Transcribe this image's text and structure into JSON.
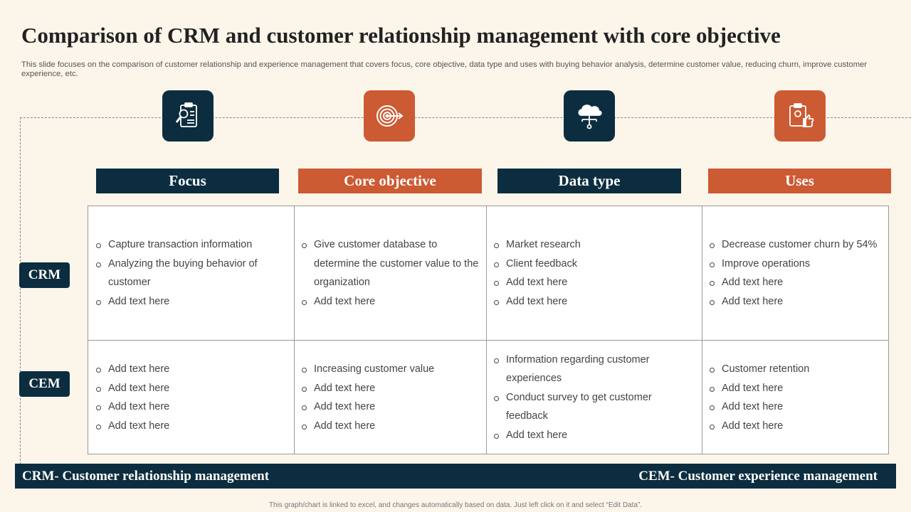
{
  "title": "Comparison of CRM and customer relationship management with core objective",
  "subtitle": "This slide focuses on the comparison of customer relationship and experience management that covers focus, core objective, data type and uses with buying behavior analysis, determine customer value, reducing churn, improve customer experience, etc.",
  "icons": [
    {
      "name": "clipboard-search-icon",
      "color": "#0c2d3f"
    },
    {
      "name": "target-dart-icon",
      "color": "#cc5a33"
    },
    {
      "name": "cloud-network-icon",
      "color": "#0c2d3f"
    },
    {
      "name": "clipboard-thumbs-up-icon",
      "color": "#cc5a33"
    }
  ],
  "columns": [
    "Focus",
    "Core objective",
    "Data type",
    "Uses"
  ],
  "rows": [
    {
      "label": "CRM",
      "cells": [
        [
          "Capture transaction information",
          "Analyzing the buying behavior of customer",
          "Add text here"
        ],
        [
          "Give customer database to determine the customer value to the organization",
          "Add text here"
        ],
        [
          "Market research",
          "Client feedback",
          "Add text here",
          "Add text here"
        ],
        [
          "Decrease customer churn by 54%",
          "Improve operations",
          "Add text here",
          "Add text here"
        ]
      ]
    },
    {
      "label": "CEM",
      "cells": [
        [
          "Add text here",
          "Add text here",
          "Add text here",
          "Add text here"
        ],
        [
          "Increasing customer value",
          "Add text here",
          "Add text here",
          "Add text here"
        ],
        [
          "Information regarding customer experiences",
          "Conduct survey to get customer feedback",
          "Add text here"
        ],
        [
          "Customer retention",
          "Add text here",
          "Add text here",
          "Add text here"
        ]
      ]
    }
  ],
  "footer": {
    "left": "CRM- Customer relationship management",
    "right": "CEM- Customer experience management"
  },
  "note": "This graph/chart is linked to excel, and changes automatically based on data. Just left click on it and select “Edit Data”.",
  "colors": {
    "dark": "#0c2d3f",
    "accent": "#cc5a33",
    "background": "#fcf5ea"
  }
}
